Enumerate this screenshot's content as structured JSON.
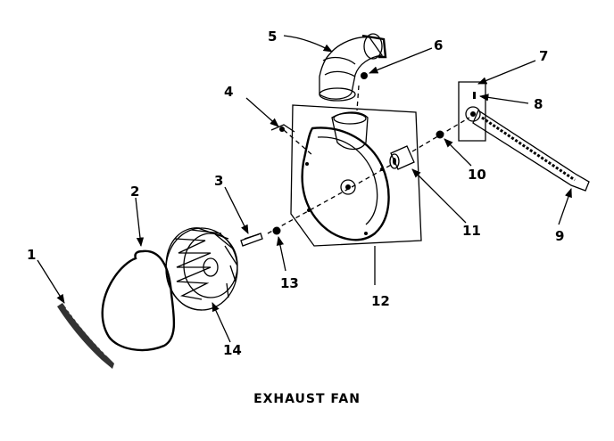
{
  "caption": "EXHAUST FAN",
  "callouts": {
    "c1": "1",
    "c2": "2",
    "c3": "3",
    "c4": "4",
    "c5": "5",
    "c6": "6",
    "c7": "7",
    "c8": "8",
    "c9": "9",
    "c10": "10",
    "c11": "11",
    "c12": "12",
    "c13": "13",
    "c14": "14"
  }
}
